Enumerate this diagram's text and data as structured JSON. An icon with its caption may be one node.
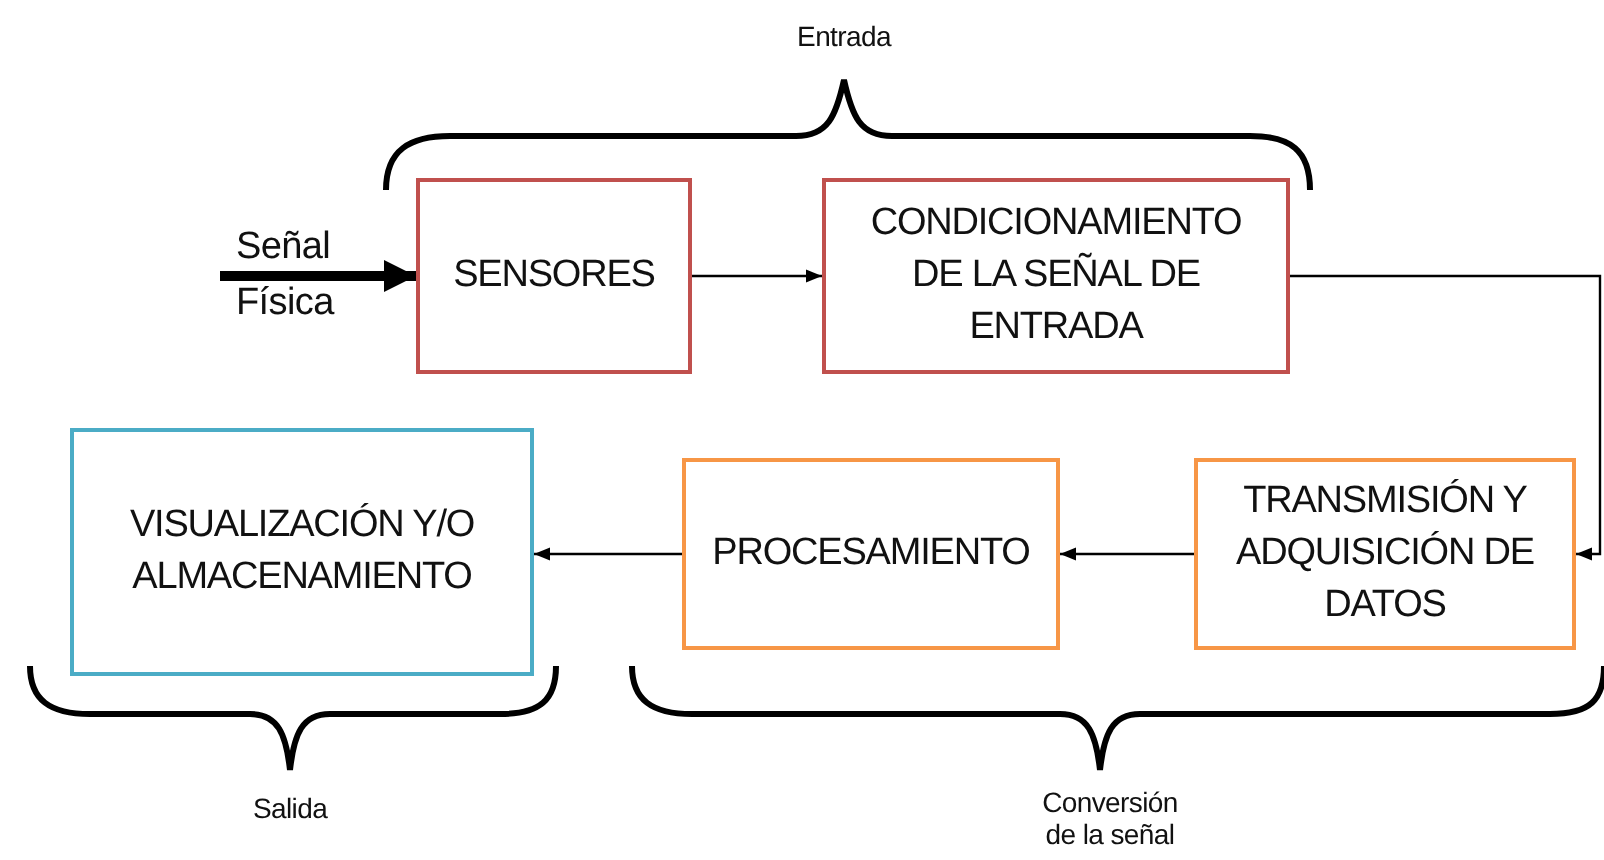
{
  "diagram": {
    "nodes": [
      {
        "text": [
          "SENSORES"
        ]
      },
      {
        "text": [
          "CONDICIONAMIENTO DE LA SEÑAL DE ENTRADA"
        ]
      },
      {
        "text": [
          "TRANSMISIÓN Y ADQUISICIÓN DE DATOS"
        ]
      },
      {
        "text": [
          "PROCESAMIENTO"
        ]
      },
      {
        "text": [
          "VISUALIZACIÓN Y/O ALMACENAMIENTO"
        ]
      }
    ],
    "edges": [
      {
        "from": null,
        "to": 0,
        "arrow": "to",
        "label": "Señal Física",
        "style": "thick"
      },
      {
        "from": 0,
        "to": 1,
        "arrow": "to"
      },
      {
        "from": 1,
        "to": 2,
        "arrow": "to"
      },
      {
        "from": 2,
        "to": 3,
        "arrow": "to"
      },
      {
        "from": 3,
        "to": 4,
        "arrow": "to"
      }
    ],
    "labels": [
      "Entrada",
      "Salida",
      "Conversión de la señal"
    ]
  }
}
